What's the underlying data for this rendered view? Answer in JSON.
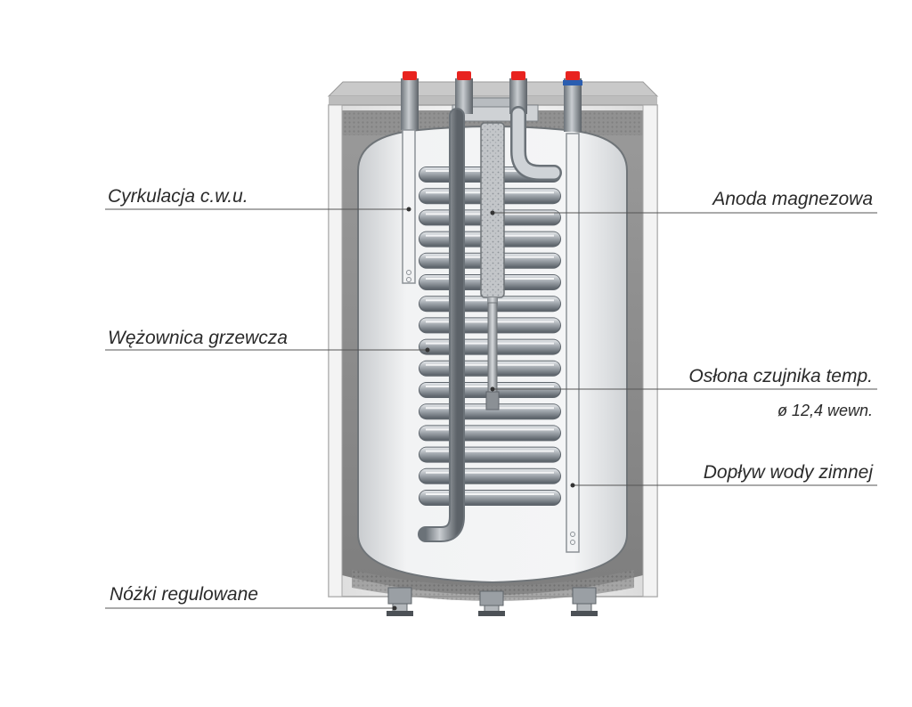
{
  "labels": {
    "cyrkulacja": "Cyrkulacja c.w.u.",
    "wezownica": "Wężownica grzewcza",
    "nozki": "Nóżki regulowane",
    "anoda": "Anoda magnezowa",
    "oslona": "Osłona czujnika temp.",
    "oslona_diameter": "ø 12,4 wewn.",
    "doplyw": "Dopływ wody zimnej"
  },
  "colors": {
    "label_text": "#2a2a2a",
    "leader_line": "#555555",
    "connector_cap": "#e8231f",
    "connector_blue": "#2a5db0",
    "insulation": "#8c8c8c",
    "casing": "#efefef",
    "coil": "#9aa0a6"
  }
}
